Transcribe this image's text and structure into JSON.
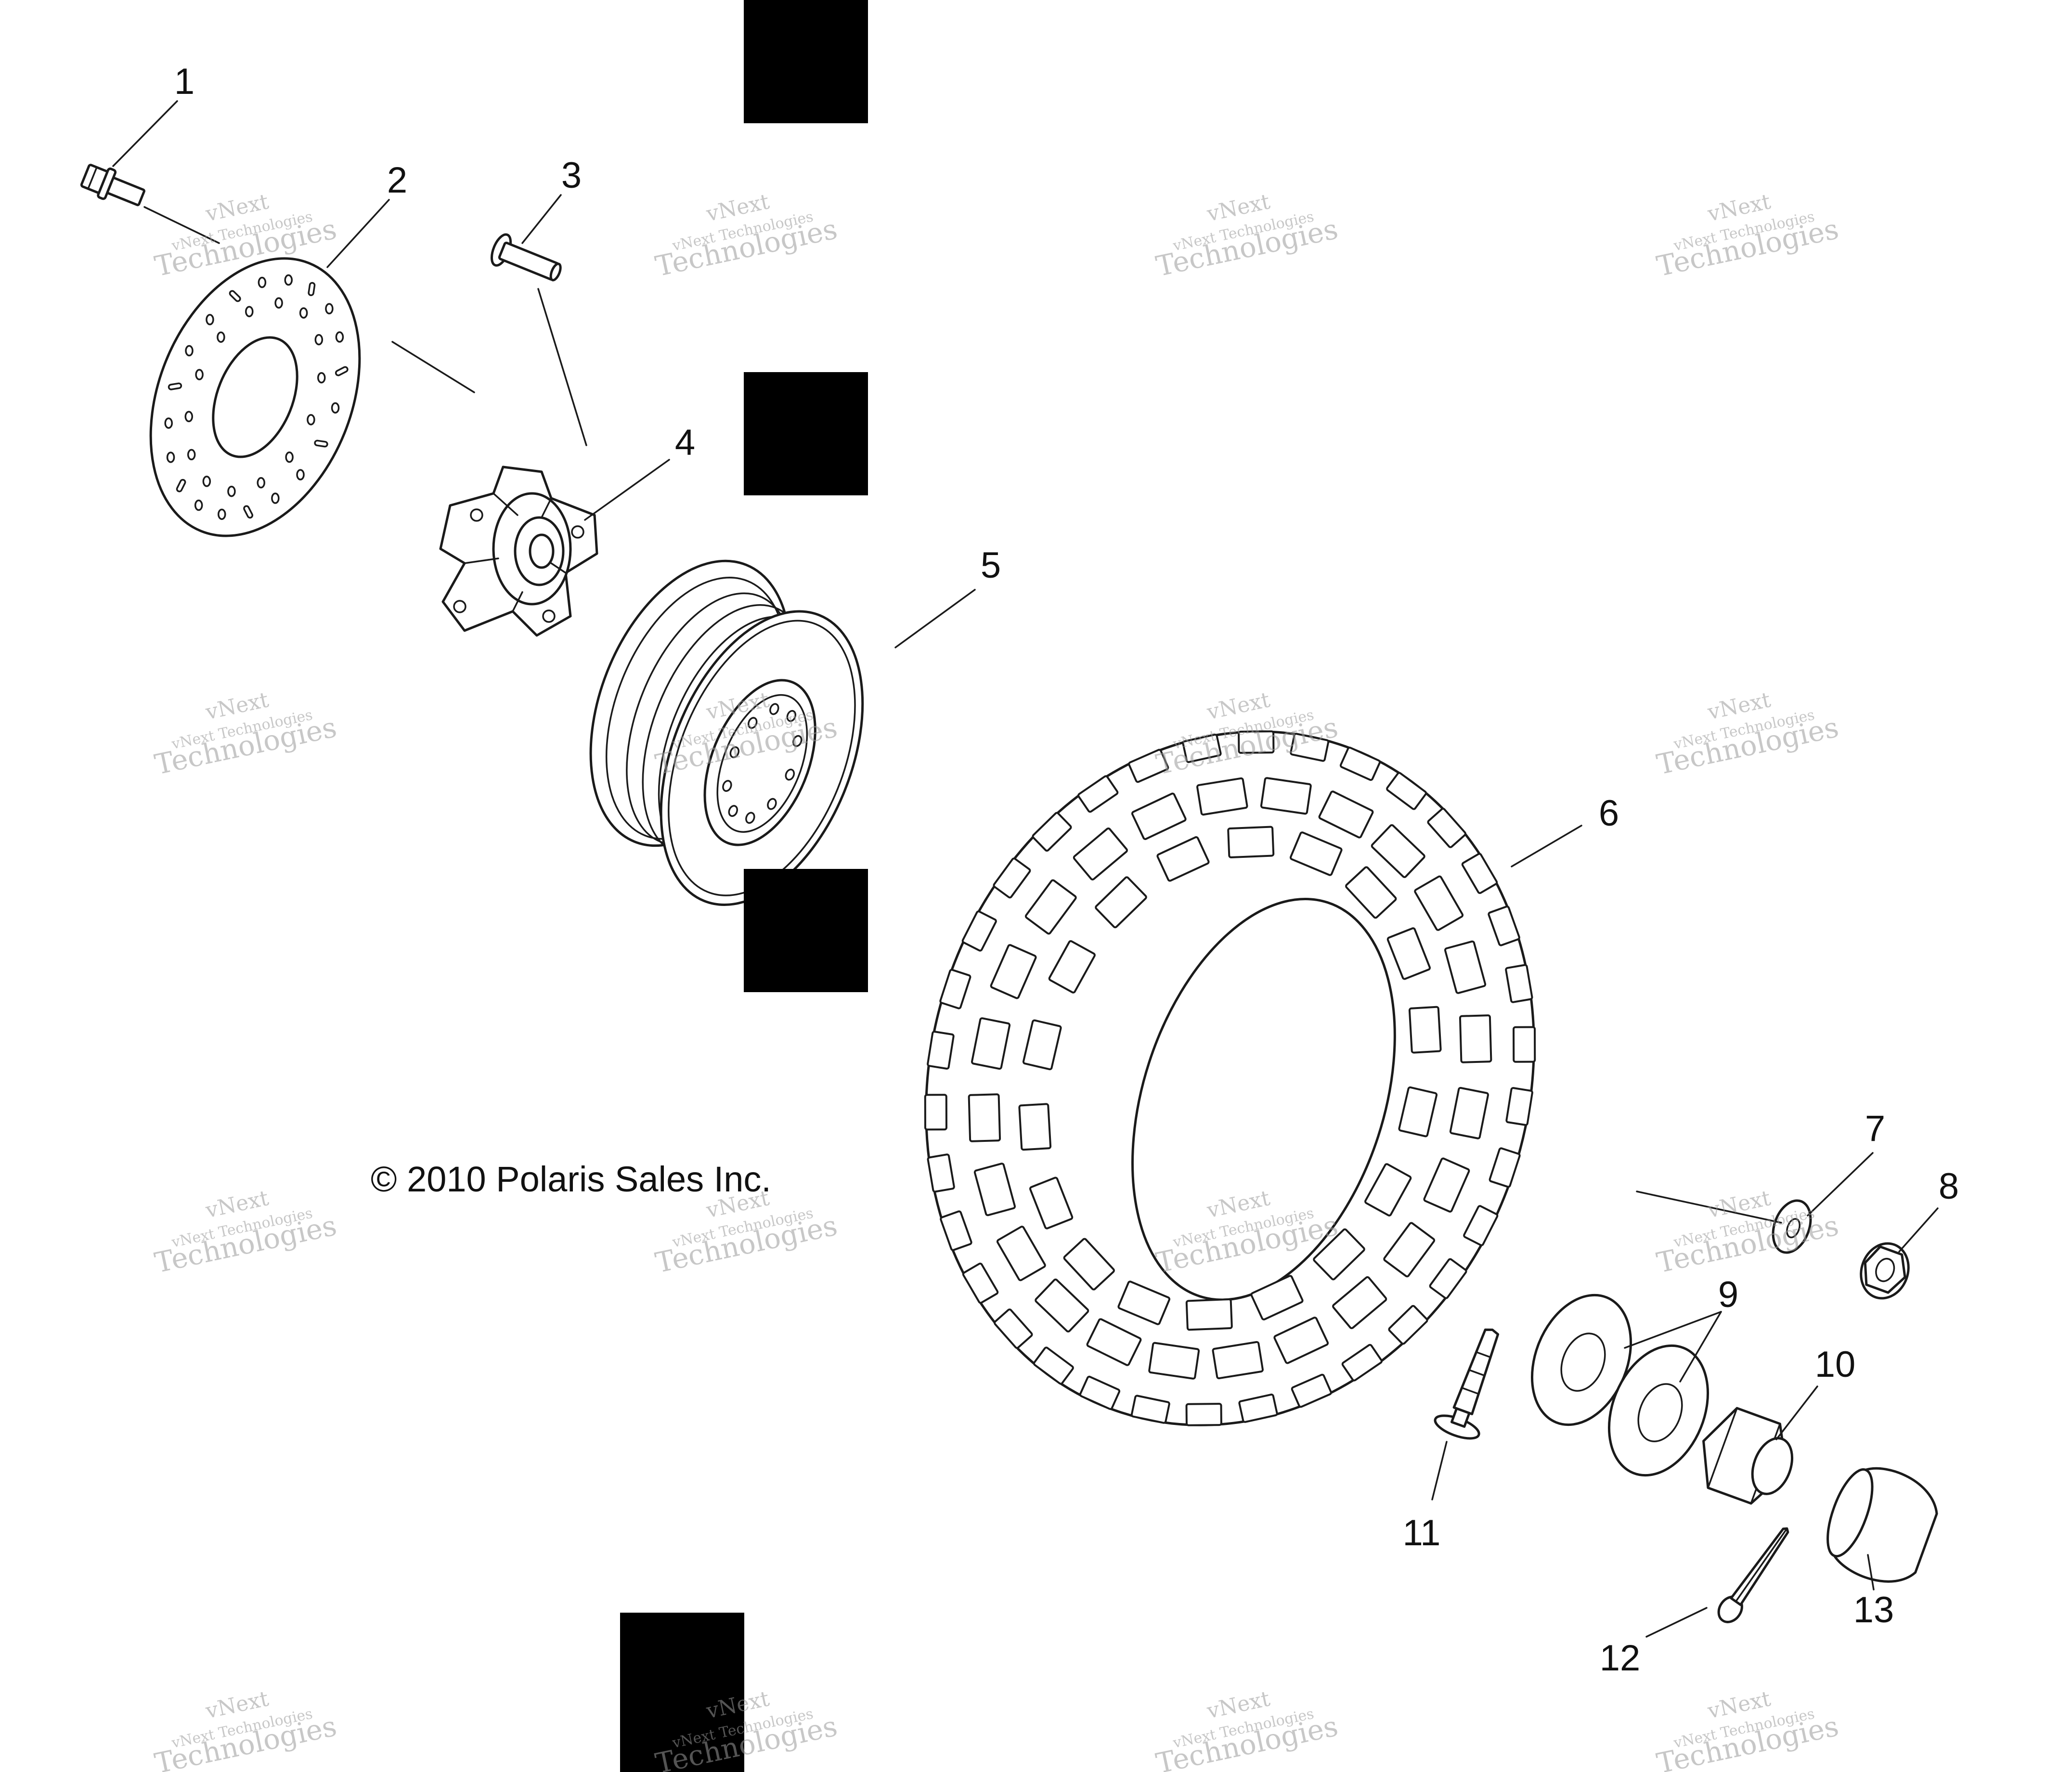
{
  "diagram": {
    "copyright": "© 2010 Polaris Sales Inc.",
    "watermark": {
      "line1": "vNext Technologies",
      "line2": "vNext",
      "line3": "Technologies"
    },
    "callouts": [
      {
        "id": "1",
        "label": "1"
      },
      {
        "id": "2",
        "label": "2"
      },
      {
        "id": "3",
        "label": "3"
      },
      {
        "id": "4",
        "label": "4"
      },
      {
        "id": "5",
        "label": "5"
      },
      {
        "id": "6",
        "label": "6"
      },
      {
        "id": "7",
        "label": "7"
      },
      {
        "id": "8",
        "label": "8"
      },
      {
        "id": "9",
        "label": "9"
      },
      {
        "id": "10",
        "label": "10"
      },
      {
        "id": "11",
        "label": "11"
      },
      {
        "id": "12",
        "label": "12"
      },
      {
        "id": "13",
        "label": "13"
      }
    ],
    "parts": [
      {
        "callout": "1",
        "icon": "flange-bolt-icon"
      },
      {
        "callout": "2",
        "icon": "brake-disc-icon"
      },
      {
        "callout": "3",
        "icon": "bolt-icon"
      },
      {
        "callout": "4",
        "icon": "wheel-hub-icon"
      },
      {
        "callout": "5",
        "icon": "wheel-rim-icon"
      },
      {
        "callout": "6",
        "icon": "tire-icon"
      },
      {
        "callout": "7",
        "icon": "washer-icon"
      },
      {
        "callout": "8",
        "icon": "flange-nut-icon"
      },
      {
        "callout": "9",
        "icon": "washer-pair-icon"
      },
      {
        "callout": "10",
        "icon": "hex-nut-icon"
      },
      {
        "callout": "11",
        "icon": "wheel-stud-icon"
      },
      {
        "callout": "12",
        "icon": "cotter-pin-icon"
      },
      {
        "callout": "13",
        "icon": "hub-cap-icon"
      }
    ],
    "colors": {
      "line": "#1a1a1a",
      "redaction": "#000000",
      "watermark": "#9a9a9a"
    }
  }
}
